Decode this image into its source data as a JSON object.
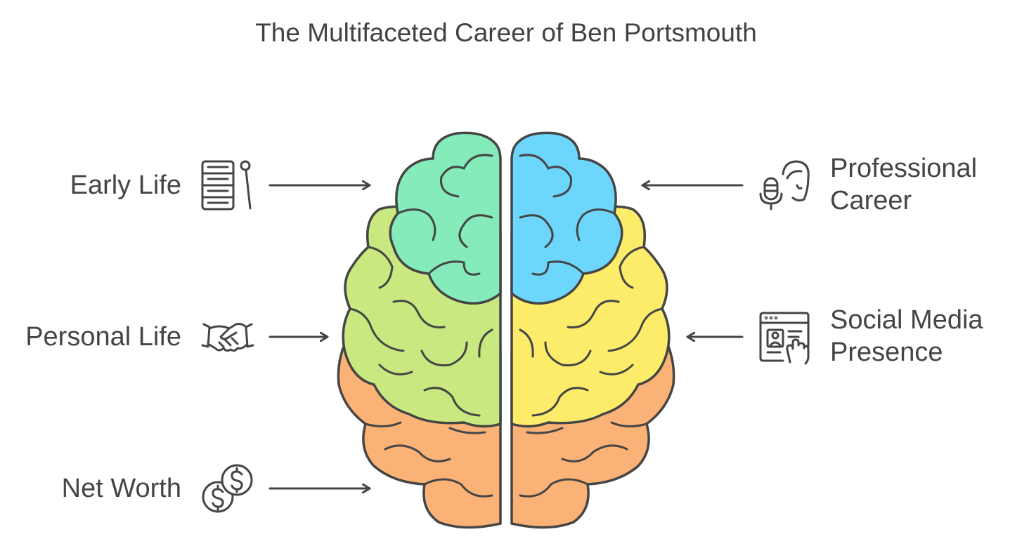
{
  "title": "The Multifaceted Career of Ben Portsmouth",
  "colors": {
    "outline": "#454545",
    "teal": "#86ebbb",
    "lime": "#c9e87f",
    "orange": "#fbb277",
    "blue": "#6dd6fc",
    "yellow": "#fcec6a"
  },
  "labels": {
    "early_life": "Early Life",
    "personal_life": "Personal Life",
    "net_worth": "Net Worth",
    "professional_career": [
      "Professional",
      "Career"
    ],
    "social_media": [
      "Social Media",
      "Presence"
    ]
  },
  "icons": {
    "early_life": "abacus-icon",
    "personal_life": "handshake-icon",
    "net_worth": "coins-icon",
    "professional_career": "microphone-person-icon",
    "social_media": "profile-touch-icon"
  }
}
